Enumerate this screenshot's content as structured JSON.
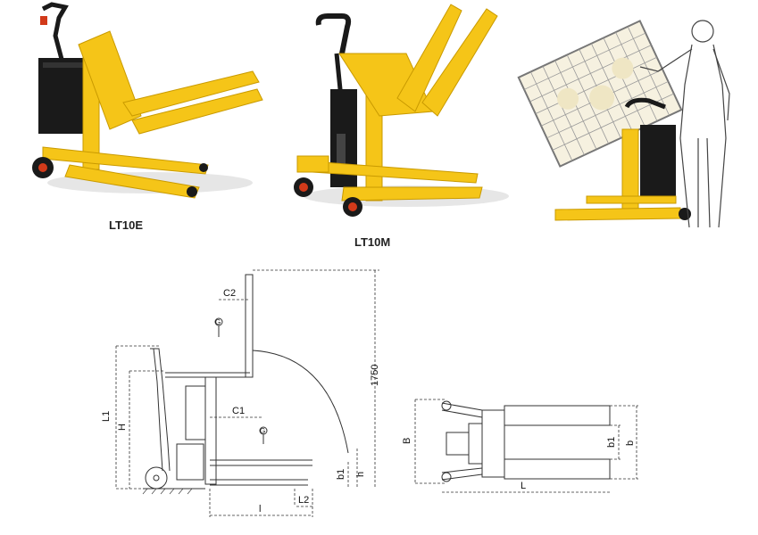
{
  "captions": {
    "model_e": "LT10E",
    "model_m": "LT10M"
  },
  "side_view": {
    "height_total": "1750",
    "c1": "C1",
    "c2": "C2",
    "l1": "L1",
    "h_big": "H",
    "h_small": "h",
    "b1": "b1",
    "l_small": "l",
    "l2": "L2",
    "g_mark": "G"
  },
  "top_view": {
    "b_big": "B",
    "b1": "b1",
    "b": "b",
    "l_big": "L"
  },
  "colors": {
    "yellow": "#f5c518",
    "yellow_dark": "#c99a00",
    "black": "#1a1a1a",
    "line": "#333333"
  }
}
